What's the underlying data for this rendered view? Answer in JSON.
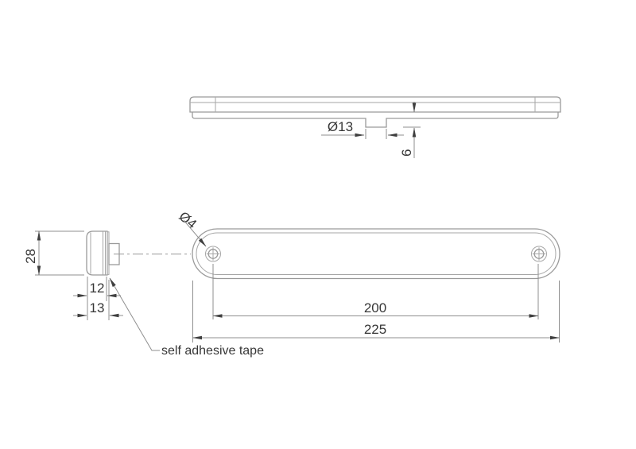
{
  "drawing": {
    "dimensions": {
      "connector_diameter": "Ø13",
      "connector_height": "6",
      "body_height": "28",
      "depth_without_tape": "12",
      "depth_with_tape": "13",
      "hole_diameter": "Ø4",
      "hole_spacing": "200",
      "total_length": "225"
    },
    "labels": {
      "tape": "self adhesive tape"
    },
    "colors": {
      "background": "#ffffff",
      "object_line": "#9a9a9a",
      "dimension_line": "#8f8f8f",
      "text": "#373737"
    }
  }
}
